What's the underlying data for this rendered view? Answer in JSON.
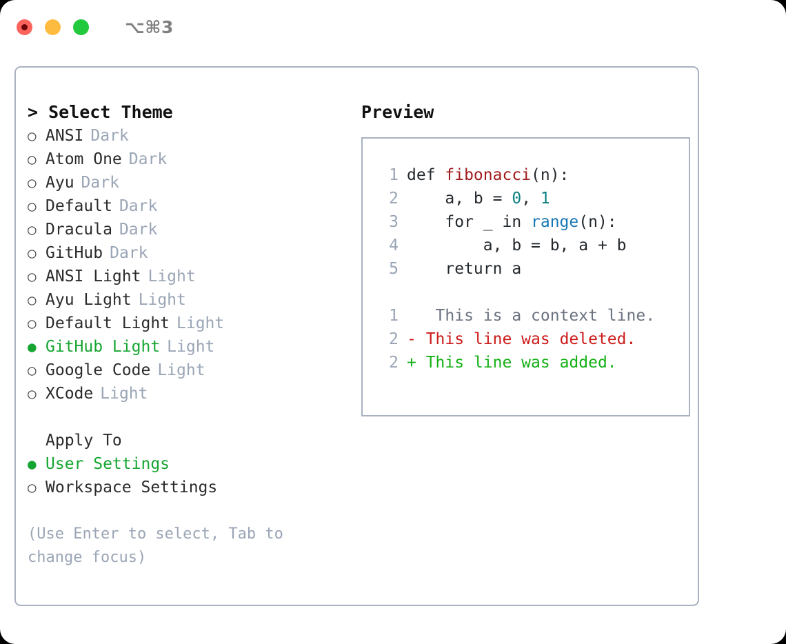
{
  "window": {
    "shortcut": "⌥⌘3",
    "traffic_lights": [
      {
        "name": "close-button",
        "color": "#fc635d",
        "recording": true
      },
      {
        "name": "minimize-button",
        "color": "#fdbc40",
        "recording": false
      },
      {
        "name": "maximize-button",
        "color": "#22c93c",
        "recording": false
      }
    ]
  },
  "theme_picker": {
    "title": "> Select Theme",
    "selected_bullet": "●",
    "unselected_bullet": "○",
    "accent_color": "#16a532",
    "kind_color": "#9aa5b5",
    "items": [
      {
        "label": "ANSI",
        "kind": "Dark",
        "selected": false
      },
      {
        "label": "Atom One",
        "kind": "Dark",
        "selected": false
      },
      {
        "label": "Ayu",
        "kind": "Dark",
        "selected": false
      },
      {
        "label": "Default",
        "kind": "Dark",
        "selected": false
      },
      {
        "label": "Dracula",
        "kind": "Dark",
        "selected": false
      },
      {
        "label": "GitHub",
        "kind": "Dark",
        "selected": false
      },
      {
        "label": "ANSI Light",
        "kind": "Light",
        "selected": false
      },
      {
        "label": "Ayu Light",
        "kind": "Light",
        "selected": false
      },
      {
        "label": "Default Light",
        "kind": "Light",
        "selected": false
      },
      {
        "label": "GitHub Light",
        "kind": "Light",
        "selected": true
      },
      {
        "label": "Google Code",
        "kind": "Light",
        "selected": false
      },
      {
        "label": "XCode",
        "kind": "Light",
        "selected": false
      }
    ]
  },
  "apply_to": {
    "title": "Apply To",
    "items": [
      {
        "label": "User Settings",
        "selected": true
      },
      {
        "label": "Workspace Settings",
        "selected": false
      }
    ]
  },
  "hint": "(Use Enter to select, Tab to change focus)",
  "preview": {
    "title": "Preview",
    "code_lines": [
      {
        "number": "1",
        "tokens": [
          {
            "text": "def ",
            "type": "plain"
          },
          {
            "text": "fibonacci",
            "type": "fn"
          },
          {
            "text": "(n):",
            "type": "plain"
          }
        ]
      },
      {
        "number": "2",
        "tokens": [
          {
            "text": "    a, b = ",
            "type": "plain"
          },
          {
            "text": "0",
            "type": "num"
          },
          {
            "text": ", ",
            "type": "plain"
          },
          {
            "text": "1",
            "type": "num"
          }
        ]
      },
      {
        "number": "3",
        "tokens": [
          {
            "text": "    for _ in ",
            "type": "plain"
          },
          {
            "text": "range",
            "type": "call"
          },
          {
            "text": "(n):",
            "type": "plain"
          }
        ]
      },
      {
        "number": "4",
        "tokens": [
          {
            "text": "        a, b = b, a + b",
            "type": "plain"
          }
        ]
      },
      {
        "number": "5",
        "tokens": [
          {
            "text": "    return a",
            "type": "plain"
          }
        ]
      }
    ],
    "diff_lines": [
      {
        "number": "1",
        "marker": " ",
        "text": "  This is a context line.",
        "type": "ctx"
      },
      {
        "number": "2",
        "marker": "-",
        "text": " This line was deleted.",
        "type": "del"
      },
      {
        "number": "2",
        "marker": "+",
        "text": " This line was added.",
        "type": "add"
      }
    ]
  }
}
